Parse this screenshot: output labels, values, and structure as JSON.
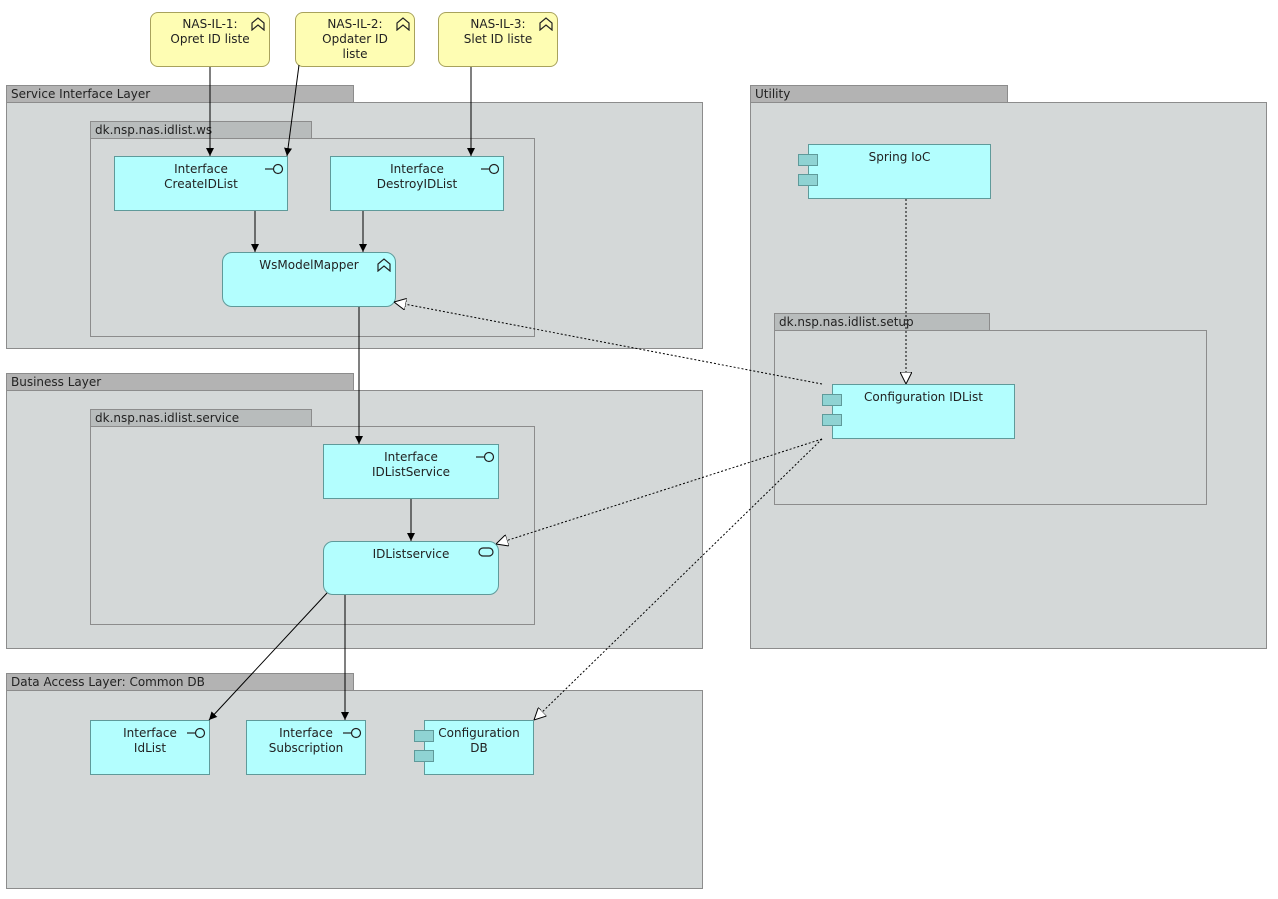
{
  "layers": {
    "service_interface": "Service Interface Layer",
    "business": "Business Layer",
    "data_access": "Data Access Layer: Common DB",
    "utility": "Utility"
  },
  "packages": {
    "ws": "dk.nsp.nas.idlist.ws",
    "service": "dk.nsp.nas.idlist.service",
    "setup": "dk.nsp.nas.idlist.setup"
  },
  "requirements": [
    {
      "id": "NAS-IL-1:",
      "text": "Opret ID liste"
    },
    {
      "id": "NAS-IL-2:",
      "text_line1": "Opdater ID",
      "text_line2": "liste"
    },
    {
      "id": "NAS-IL-3:",
      "text": "Slet ID liste"
    }
  ],
  "nodes": {
    "create_idlist": {
      "line1": "Interface",
      "line2": "CreateIDList"
    },
    "destroy_idlist": {
      "line1": "Interface",
      "line2": "DestroyIDList"
    },
    "ws_model_mapper": {
      "line1": "WsModelMapper"
    },
    "idlist_service_iface": {
      "line1": "Interface",
      "line2": "IDListService"
    },
    "idlistservice": {
      "line1": "IDListservice"
    },
    "idlist_iface": {
      "line1": "Interface",
      "line2": "IdList"
    },
    "subscription_iface": {
      "line1": "Interface",
      "line2": "Subscription"
    },
    "configuration_db": {
      "line1": "Configuration",
      "line2": "DB"
    },
    "spring_ioc": {
      "line1": "Spring IoC"
    },
    "configuration_idlist": {
      "line1": "Configuration IDList"
    }
  },
  "icons": {
    "interface": "lollipop-interface-icon",
    "service": "rounded-rect-service-icon",
    "function": "chevron-function-icon",
    "component": "component-tabs-icon"
  },
  "colors": {
    "element_fill": "#b3fefe",
    "requirement_fill": "#fefdb3",
    "layer_fill": "#d4d8d8",
    "tab_fill": "#b3b3b3"
  }
}
